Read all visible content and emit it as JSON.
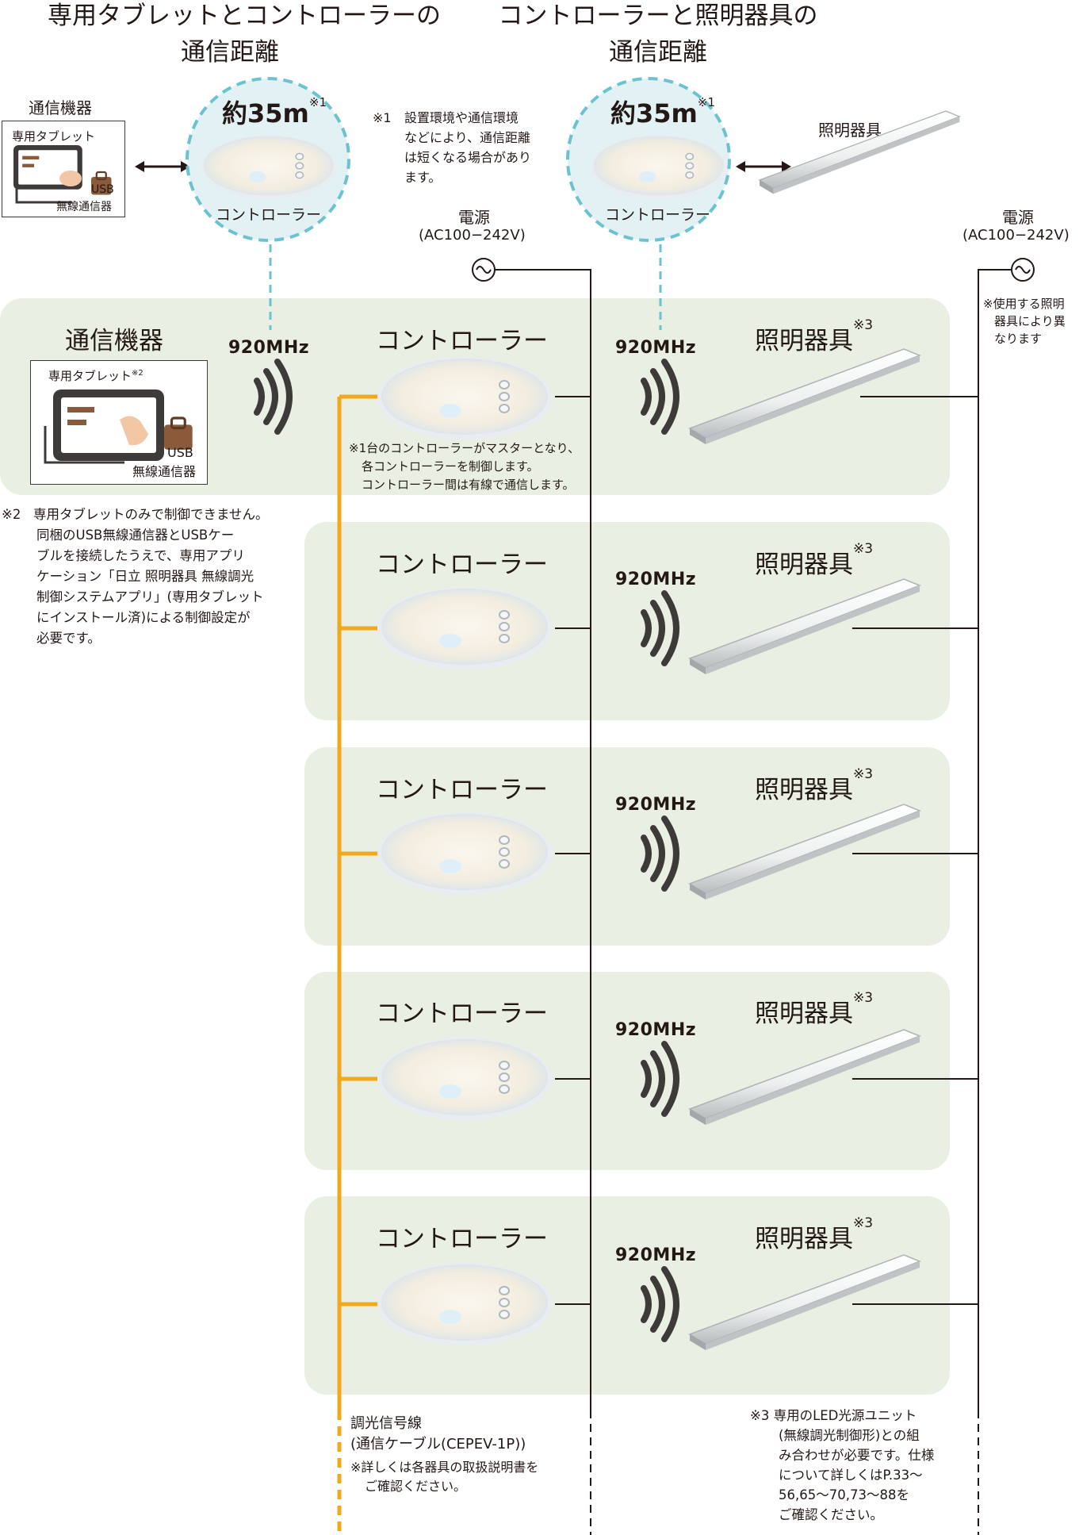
{
  "titles": {
    "left": "専用タブレットとコントローラーの\n通信距離",
    "left_line1": "専用タブレットとコントローラーの",
    "left_line2": "通信距離",
    "right_line1": "コントローラーと照明器具の",
    "right_line2": "通信距離"
  },
  "top": {
    "device_label": "通信機器",
    "tablet_label": "専用タブレット",
    "usb_line1": "USB",
    "usb_line2": "無線通信器",
    "range_left": "約35m",
    "range_right": "約35m",
    "range_note_mark": "※1",
    "controller_label": "コントローラー",
    "note1_mark": "※1",
    "note1_text": "設置環境や通信環境などにより、通信距離は短くなる場合があります。",
    "note1_lines": [
      "設置環境や通信環境",
      "などにより、通信距離",
      "は短くなる場合があり",
      "ます。"
    ],
    "power_label": "電源",
    "power_spec": "(AC100−242V)",
    "light_label": "照明器具"
  },
  "row1": {
    "device_title": "通信機器",
    "tablet_label": "専用タブレット",
    "tablet_mark": "※2",
    "usb_line1": "USB",
    "usb_line2": "無線通信器",
    "master_note": [
      "※1台のコントローラーがマスターとなり、",
      "各コントローラーを制御します。",
      "コントローラー間は有線で通信します。"
    ]
  },
  "rows": [
    {
      "controller": "コントローラー",
      "light": "照明器具",
      "mark": "※3",
      "freq_left": "920MHz",
      "freq": "920MHz"
    },
    {
      "controller": "コントローラー",
      "light": "照明器具",
      "mark": "※3",
      "freq": "920MHz"
    },
    {
      "controller": "コントローラー",
      "light": "照明器具",
      "mark": "※3",
      "freq": "920MHz"
    },
    {
      "controller": "コントローラー",
      "light": "照明器具",
      "mark": "※3",
      "freq": "920MHz"
    },
    {
      "controller": "コントローラー",
      "light": "照明器具",
      "mark": "※3",
      "freq": "920MHz"
    }
  ],
  "right_power": {
    "label": "電源",
    "spec": "(AC100−242V)",
    "note": [
      "※使用する照明",
      "器具により異",
      "なります"
    ]
  },
  "note2": {
    "mark": "※2",
    "lines": [
      "専用タブレットのみで制御できません。",
      "同梱のUSB無線通信器とUSBケー",
      "ブルを接続したうえで、専用アプリ",
      "ケーション「日立 照明器具 無線調光",
      "制御システムアプリ」(専用タブレット",
      "にインストール済)による制御設定が",
      "必要です。"
    ]
  },
  "cable": {
    "title": "調光信号線",
    "spec": "(通信ケーブル(CEPEV-1P))",
    "note": [
      "※詳しくは各器具の取扱説明書を",
      "ご確認ください。"
    ]
  },
  "note3": {
    "lines": [
      "※3 専用のLED光源ユニット",
      "(無線調光制御形)との組",
      "み合わせが必要です。仕様",
      "について詳しくはP.33〜",
      "56,65〜70,73〜88を",
      "ご確認ください。"
    ]
  },
  "colors": {
    "panel": "#e9efe2",
    "orange_cable": "#f0a81c",
    "dashed_circle": "#6cc3cf",
    "wave": "#3e3a39",
    "wire": "#231815"
  }
}
